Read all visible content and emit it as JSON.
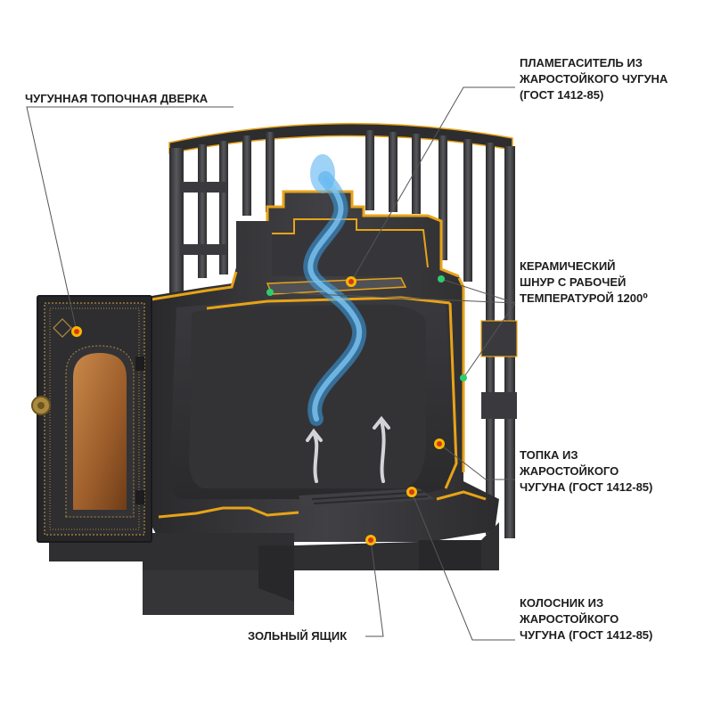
{
  "labels": {
    "door": {
      "lines": [
        "ЧУГУННАЯ ТОПОЧНАЯ ДВЕРКА"
      ]
    },
    "flame": {
      "lines": [
        "ПЛАМЕГАСИТЕЛЬ ИЗ",
        "ЖАРОСТОЙКОГО ЧУГУНА",
        "(ГОСТ 1412-85)"
      ]
    },
    "ceramic": {
      "lines": [
        "КЕРАМИЧЕСКИЙ",
        "ШНУР С РАБОЧЕЙ",
        "ТЕМПЕРАТУРОЙ 1200⁰"
      ]
    },
    "firebox": {
      "lines": [
        "ТОПКА ИЗ",
        "ЖАРОСТОЙКОГО",
        "ЧУГУНА (ГОСТ 1412-85)"
      ]
    },
    "grate": {
      "lines": [
        "КОЛОСНИК ИЗ",
        "ЖАРОСТОЙКОГО",
        "ЧУГУНА (ГОСТ 1412-85)"
      ]
    },
    "ashbox": {
      "lines": [
        "ЗОЛЬНЫЙ ЯЩИК"
      ]
    }
  },
  "colors": {
    "metal_dark": "#2b2b2d",
    "metal_mid": "#3d3d40",
    "metal_light": "#55565a",
    "cut_edge": "#e8a317",
    "flame_blue": "#3aa0e8",
    "marker_yellow": "#f5b800",
    "marker_red": "#d9341c",
    "marker_green": "#2ecc71",
    "glass": "#a86a34"
  }
}
